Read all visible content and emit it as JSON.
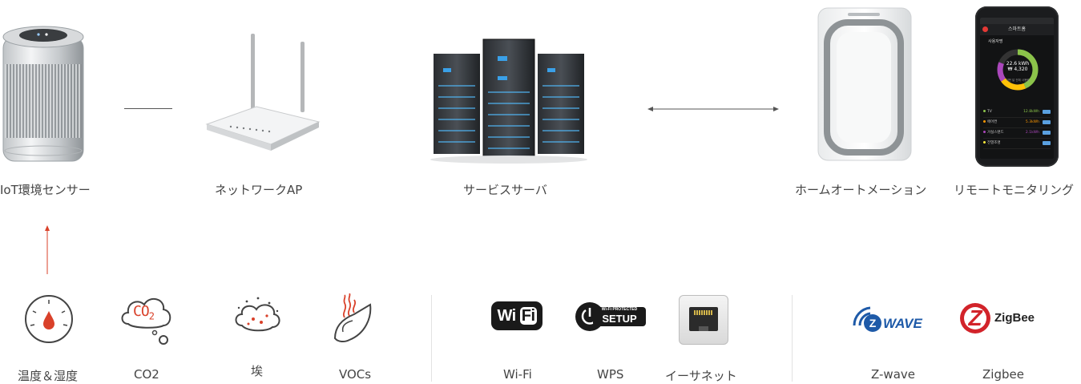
{
  "devices": {
    "sensor_label": "IoT環境センサー",
    "ap_label": "ネットワークAP",
    "server_label": "サービスサーバ",
    "home_label": "ホームオートメーション",
    "remote_label": "リモートモニタリング"
  },
  "phone": {
    "title": "스마트홈",
    "user": "사용자명",
    "kwh": "22.6 kWh",
    "won": "₩ 4,320",
    "sub": "이번 달 전체 사용량",
    "rows": [
      {
        "name": "TV",
        "val": "12.8kWh",
        "color": "#8bc34a"
      },
      {
        "name": "에어컨",
        "val": "5.3kWh",
        "color": "#ff9800"
      },
      {
        "name": "거실스탠드",
        "val": "2.1kWh",
        "color": "#ab47bc"
      },
      {
        "name": "전열조명",
        "val": "",
        "color": "#ffeb3b"
      }
    ]
  },
  "sensors": {
    "temp": "温度＆湿度",
    "co2": "CO2",
    "dust": "埃",
    "voc": "VOCs",
    "co2_glyph": "CO",
    "co2_sub": "2"
  },
  "network": {
    "wifi": "Wi-Fi",
    "wps": "WPS",
    "ethernet": "イーサネット",
    "wifi_logo": "Wi",
    "wifi_logo2": "Fi",
    "wps_top": "Wi-Fi PROTECTED",
    "wps_bottom": "SETUP"
  },
  "protocols": {
    "zwave": "Z-wave",
    "zigbee": "Zigbee",
    "zwave_logo": "WAVE",
    "zwave_z": "Z",
    "zigbee_logo": "ZigBee"
  },
  "colors": {
    "accent": "#d9412a",
    "wave_blue": "#1e5aa8",
    "zigbee_red": "#d2232a"
  }
}
